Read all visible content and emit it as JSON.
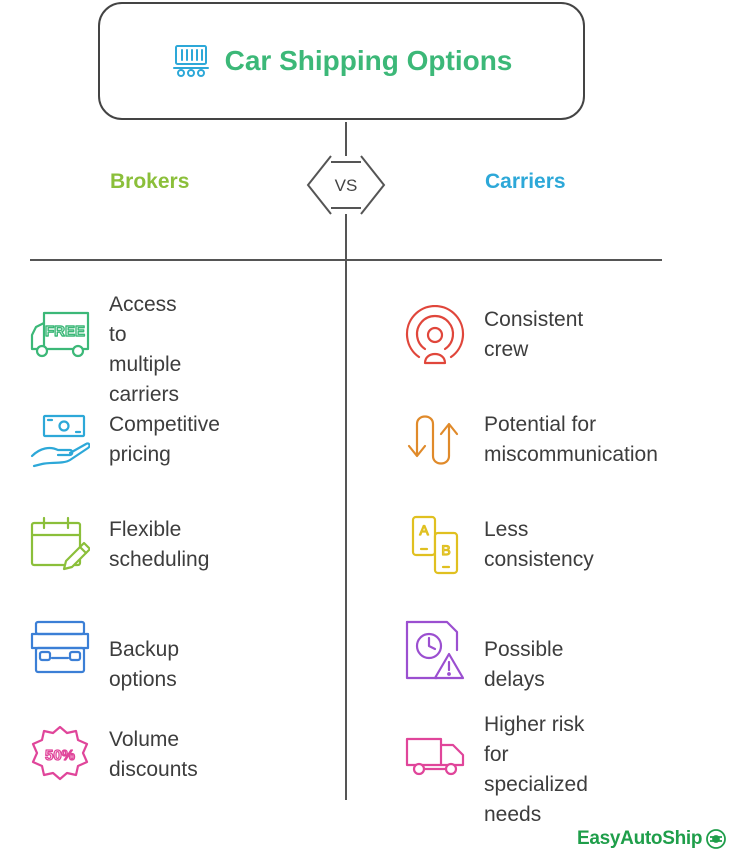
{
  "title": {
    "text": "Car Shipping Options",
    "icon": "container-truck-icon"
  },
  "columns": {
    "brokers": {
      "label": "Brokers",
      "color": "#8bbf3a"
    },
    "carriers": {
      "label": "Carriers",
      "color": "#2da8d8"
    }
  },
  "vs_label": "VS",
  "brokers_items": [
    {
      "label": "Access to\nmultiple\ncarriers",
      "icon": "free-delivery-truck-icon",
      "color": "#3cb878"
    },
    {
      "label": "Competitive\npricing",
      "icon": "money-in-hand-icon",
      "color": "#2da8d8"
    },
    {
      "label": "Flexible\nscheduling",
      "icon": "calendar-edit-icon",
      "color": "#8bbf3a"
    },
    {
      "label": "Backup options",
      "icon": "backup-vehicle-icon",
      "color": "#3b7fd6"
    },
    {
      "label": "Volume\ndiscounts",
      "icon": "discount-badge-icon",
      "color": "#e0459a"
    }
  ],
  "carriers_items": [
    {
      "label": "Consistent\ncrew",
      "icon": "broadcast-person-icon",
      "color": "#e0463b"
    },
    {
      "label": "Potential for\nmiscommunication",
      "icon": "arrows-up-down-icon",
      "color": "#e08a2a"
    },
    {
      "label": "Less\nconsistency",
      "icon": "ab-phones-icon",
      "color": "#e0c020"
    },
    {
      "label": "Possible delays",
      "icon": "clock-warning-icon",
      "color": "#9b4fd0"
    },
    {
      "label": "Higher risk for\nspecialized\nneeds",
      "icon": "truck-icon",
      "color": "#e0459a"
    }
  ],
  "footer": {
    "brand": "EasyAutoShip",
    "icon": "car-wheel-logo-icon",
    "color": "#1f9e4a"
  }
}
